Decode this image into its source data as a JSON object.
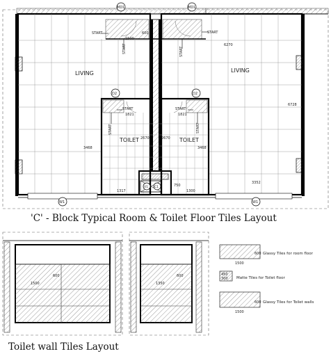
{
  "title_main": "'C' - Block Typical Room & Toilet Floor Tiles Layout",
  "title_wall": "Toilet wall Tiles Layout",
  "rooms": {
    "left": "LIVING",
    "right": "LIVING",
    "toilet_left": "TOILET",
    "toilet_right": "TOILET"
  },
  "markers": {
    "d1_left": "MD1",
    "d1_right": "MD1",
    "d2_left": "D2",
    "d2_right": "D2",
    "w1_left": "W1",
    "w1_right": "W1",
    "v1": "V1",
    "c1": "C1"
  },
  "start_labels": {
    "s1": "START",
    "s2": "START",
    "s3": "START",
    "s4": "START",
    "s5": "START",
    "s6": "START",
    "s7": "START",
    "s8": "START"
  },
  "dimensions": {
    "d600": "600",
    "d1500": "1500",
    "d6270": "6270",
    "d6728": "6728",
    "d1821a": "1821",
    "d1821b": "1821",
    "d2670a": "2670",
    "d2670b": "2670",
    "d3468a": "3468",
    "d3468b": "3468",
    "d1317": "1317",
    "d1300": "1300",
    "d3352": "3352",
    "d750": "750"
  },
  "wall_dims": {
    "l1500": "1500",
    "l600": "600",
    "r1350": "1350",
    "r600": "600"
  },
  "legend": {
    "items": [
      {
        "label": "Glassy Tiles for room floor",
        "w": "1500",
        "h": "600"
      },
      {
        "label": "Matte Tiles for Toilet floor",
        "w": "450",
        "h": "300"
      },
      {
        "label": "Glassy Tiles for Toilet walls",
        "w": "1500",
        "h": "600"
      }
    ]
  }
}
